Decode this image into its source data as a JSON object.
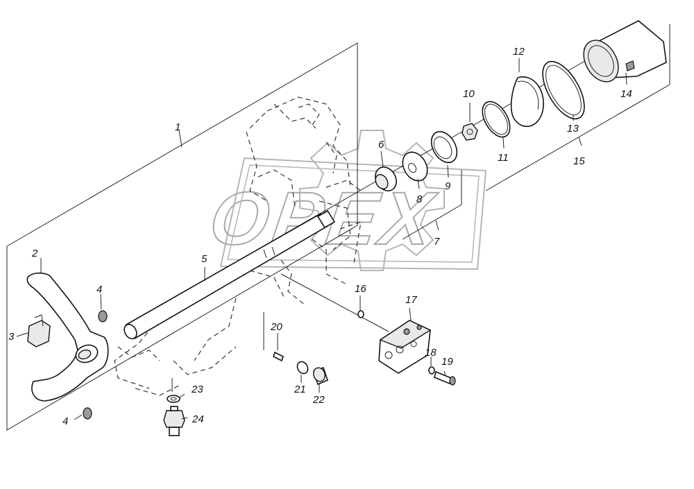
{
  "watermark": {
    "text": "OPEX",
    "color": "#a8a8a8"
  },
  "labels": [
    {
      "id": "p1",
      "text": "1"
    },
    {
      "id": "p2",
      "text": "2"
    },
    {
      "id": "p3",
      "text": "3"
    },
    {
      "id": "p4a",
      "text": "4"
    },
    {
      "id": "p4b",
      "text": "4"
    },
    {
      "id": "p5",
      "text": "5"
    },
    {
      "id": "p6",
      "text": "6"
    },
    {
      "id": "p7",
      "text": "7"
    },
    {
      "id": "p8",
      "text": "8"
    },
    {
      "id": "p9",
      "text": "9"
    },
    {
      "id": "p10",
      "text": "10"
    },
    {
      "id": "p11",
      "text": "11"
    },
    {
      "id": "p12",
      "text": "12"
    },
    {
      "id": "p13",
      "text": "13"
    },
    {
      "id": "p14",
      "text": "14"
    },
    {
      "id": "p15",
      "text": "15"
    },
    {
      "id": "p16",
      "text": "16"
    },
    {
      "id": "p17",
      "text": "17"
    },
    {
      "id": "p18",
      "text": "18"
    },
    {
      "id": "p19",
      "text": "19"
    },
    {
      "id": "p20",
      "text": "20"
    },
    {
      "id": "p21",
      "text": "21"
    },
    {
      "id": "p22",
      "text": "22"
    },
    {
      "id": "p23",
      "text": "23"
    },
    {
      "id": "p24",
      "text": "24"
    }
  ]
}
